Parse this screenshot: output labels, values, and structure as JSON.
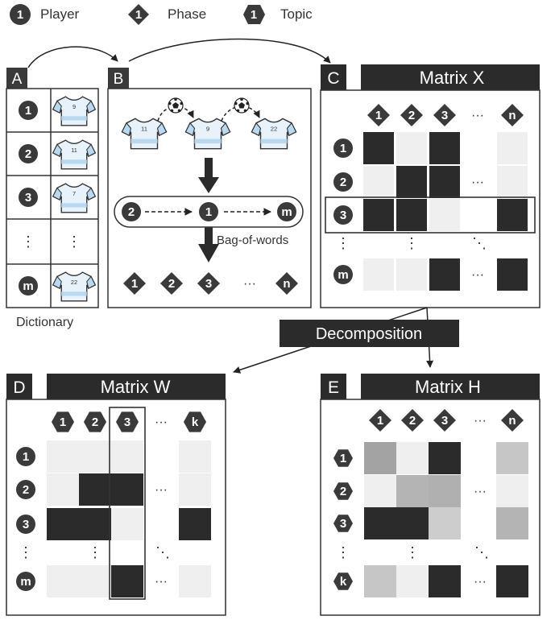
{
  "legend": {
    "player_symbol": "1",
    "player_label": "Player",
    "phase_symbol": "1",
    "phase_label": "Phase",
    "topic_symbol": "1",
    "topic_label": "Topic"
  },
  "panelA": {
    "letter": "A",
    "rows": [
      "1",
      "2",
      "3",
      "m"
    ],
    "ellipsis": "⋮",
    "jerseys": [
      "9",
      "11",
      "7",
      "22"
    ],
    "caption": "Dictionary"
  },
  "panelB": {
    "letter": "B",
    "jerseys": [
      "11",
      "9",
      "22"
    ],
    "sequence": [
      "2",
      "1",
      "m"
    ],
    "bag_label": "Bag-of-words",
    "phases": [
      "1",
      "2",
      "3",
      "n"
    ],
    "dots": "···"
  },
  "panelC": {
    "letter": "C",
    "title": "Matrix X",
    "col_labels": [
      "1",
      "2",
      "3",
      "n"
    ],
    "row_labels": [
      "1",
      "2",
      "3",
      "m"
    ],
    "hdots": "···",
    "vdots": "⋮",
    "ddots": "⋱"
  },
  "decomposition_label": "Decomposition",
  "panelD": {
    "letter": "D",
    "title": "Matrix W",
    "col_labels": [
      "1",
      "2",
      "3",
      "k"
    ],
    "row_labels": [
      "1",
      "2",
      "3",
      "m"
    ],
    "hdots": "···",
    "vdots": "⋮",
    "ddots": "⋱"
  },
  "panelE": {
    "letter": "E",
    "title": "Matrix H",
    "col_labels": [
      "1",
      "2",
      "3",
      "n"
    ],
    "row_labels": [
      "1",
      "2",
      "3",
      "k"
    ],
    "hdots": "···",
    "vdots": "⋮",
    "ddots": "⋱"
  },
  "matrices": {
    "X": [
      [
        "#2b2b2b",
        "#efefef",
        "#2b2b2b",
        "#efefef"
      ],
      [
        "#efefef",
        "#2b2b2b",
        "#2b2b2b",
        "#efefef"
      ],
      [
        "#2b2b2b",
        "#2b2b2b",
        "#efefef",
        "#2b2b2b"
      ],
      [
        "#efefef",
        "#efefef",
        "#2b2b2b",
        "#2b2b2b"
      ]
    ],
    "W": [
      [
        "#efefef",
        "#efefef",
        "#efefef",
        "#efefef"
      ],
      [
        "#efefef",
        "#2b2b2b",
        "#2b2b2b",
        "#efefef"
      ],
      [
        "#2b2b2b",
        "#2b2b2b",
        "#efefef",
        "#2b2b2b"
      ],
      [
        "#efefef",
        "#efefef",
        "#2b2b2b",
        "#efefef"
      ]
    ],
    "H": [
      [
        "#a3a3a3",
        "#efefef",
        "#2b2b2b",
        "#c6c6c6"
      ],
      [
        "#efefef",
        "#b4b4b4",
        "#b0b0b0",
        "#efefef"
      ],
      [
        "#2b2b2b",
        "#2b2b2b",
        "#cdcdcd",
        "#b4b4b4"
      ],
      [
        "#c6c6c6",
        "#efefef",
        "#2b2b2b",
        "#2b2b2b"
      ]
    ]
  },
  "colors": {
    "dark": "#3a3a3a",
    "cell_light": "#efefef",
    "jersey_body": "#e8f2fb",
    "jersey_sleeve": "#b9d9f1"
  }
}
